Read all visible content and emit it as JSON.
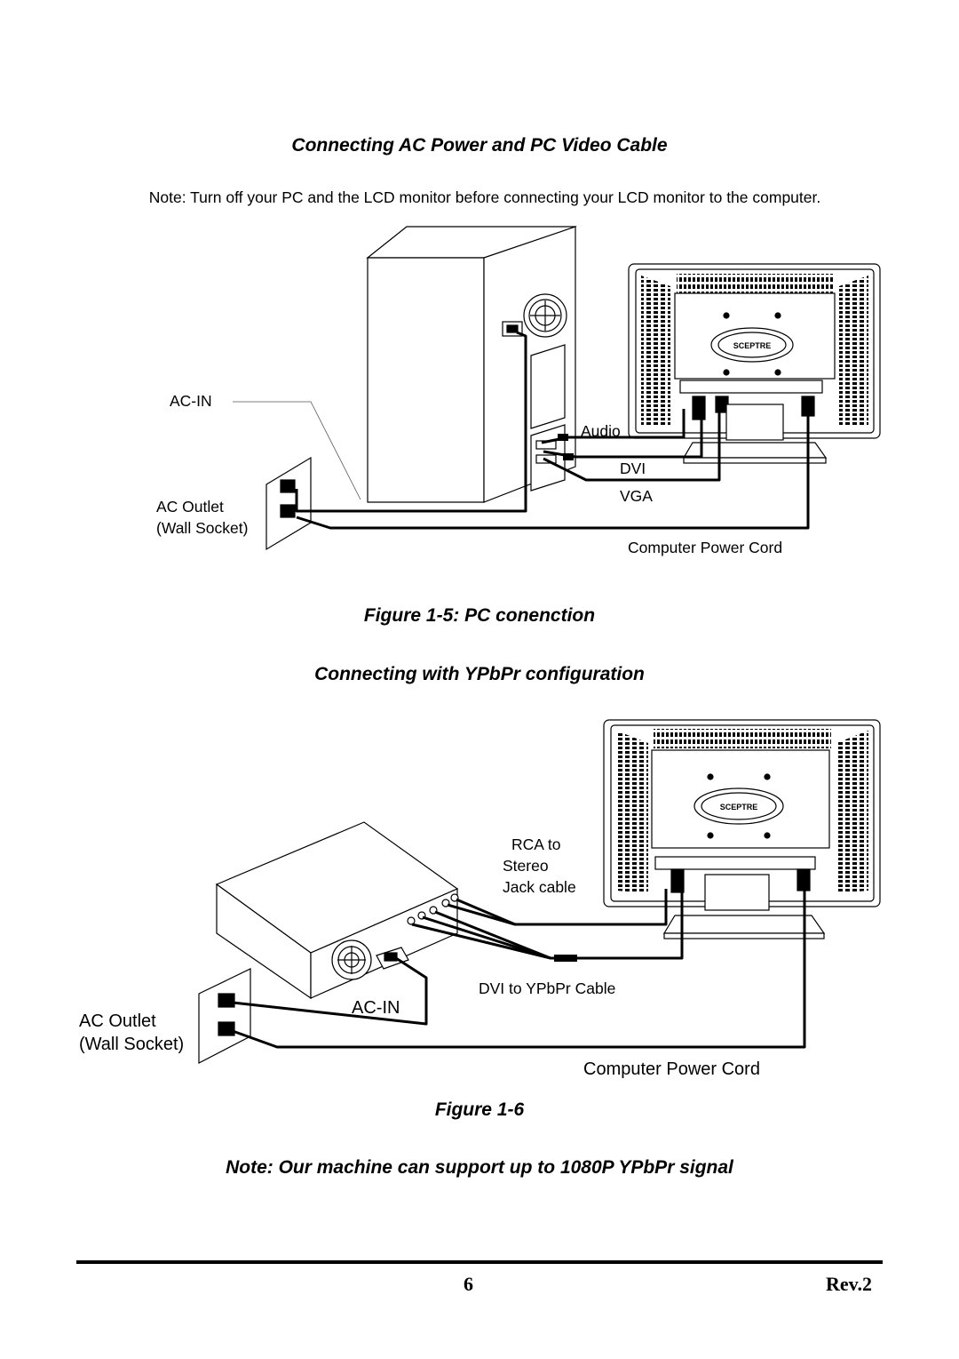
{
  "section1": {
    "heading": "Connecting AC Power and PC Video Cable",
    "note": "Note: Turn off your PC and the LCD monitor before connecting your LCD monitor to the computer.",
    "labels": {
      "ac_in": "AC-IN",
      "ac_outlet": "AC Outlet",
      "wall_socket": "(Wall Socket)",
      "audio": "Audio",
      "dvi": "DVI",
      "vga": "VGA",
      "power_cord": "Computer Power Cord"
    },
    "caption": "Figure 1-5: PC conenction"
  },
  "section2": {
    "heading": "Connecting with YPbPr  configuration",
    "labels": {
      "rca_line1": "RCA to",
      "rca_line2": "Stereo",
      "rca_line3": "Jack cable",
      "dvi_ypbpr": "DVI to YPbPr Cable",
      "ac_in": "AC-IN",
      "ac_outlet": "AC Outlet",
      "wall_socket": "(Wall Socket)",
      "power_cord": "Computer Power Cord"
    },
    "caption": "Figure 1-6",
    "support_note": "Note: Our machine can support up to 1080P YPbPr signal"
  },
  "logo_text": "SCEPTRE",
  "footer": {
    "page_number": "6",
    "revision": "Rev.2"
  }
}
